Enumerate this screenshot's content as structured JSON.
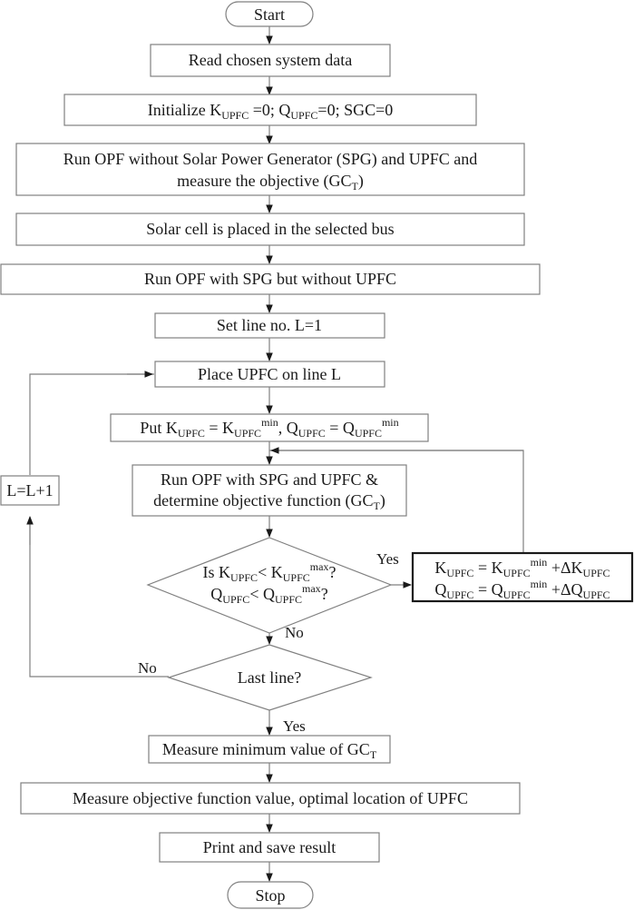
{
  "nodes": {
    "start": "Start",
    "read": "Read chosen system data",
    "init": {
      "t1": "Initialize K",
      "s1": "UPFC",
      "t2": " =0; Q",
      "s2": "UPFC",
      "t3": "=0; SGC=0"
    },
    "run_opf_without": {
      "line1": "Run OPF without Solar Power Generator (SPG) and UPFC and",
      "line2_a": "measure the objective (GC",
      "line2_sub": "T",
      "line2_b": ")"
    },
    "solar_cell": "Solar cell is placed in the selected bus",
    "run_opf_spg": "Run OPF with SPG but without UPFC",
    "set_line": "Set line no. L=1",
    "place_upfc": "Place UPFC on line L",
    "put": {
      "t1": "Put K",
      "s1": "UPFC",
      "t2": " = K",
      "s2": "UPFC",
      "sup1": "min",
      "t3": ", Q",
      "s3": "UPFC",
      "t4": " = Q",
      "s4": "UPFC",
      "sup2": "min"
    },
    "run_opf_spg_upfc": {
      "line1": "Run OPF  with SPG and UPFC &",
      "line2_a": "determine objective function (GC",
      "line2_sub": "T",
      "line2_b": ")"
    },
    "decision1": {
      "l1_a": "Is K",
      "l1_s1": "UPFC",
      "l1_b": "< K",
      "l1_s2": "UPFC",
      "l1_sup": "max",
      "l1_c": "?",
      "l2_a": "Q",
      "l2_s1": "UPFC",
      "l2_b": "< Q",
      "l2_s2": "UPFC",
      "l2_sup": "max",
      "l2_c": "?"
    },
    "increment": {
      "l1_a": "K",
      "l1_s1": "UPFC",
      "l1_b": " = K",
      "l1_s2": "UPFC",
      "l1_sup": "min",
      "l1_c": " +ΔK",
      "l1_s3": "UPFC",
      "l2_a": "Q",
      "l2_s1": "UPFC",
      "l2_b": " = Q",
      "l2_s2": "UPFC",
      "l2_sup": "min",
      "l2_c": " +ΔQ",
      "l2_s3": "UPFC"
    },
    "next_line": "L=L+1",
    "decision2": "Last line?",
    "measure_min": {
      "t1": "Measure minimum value of GC",
      "sub": "T"
    },
    "measure_obj": "Measure objective function value, optimal location of UPFC",
    "print": "Print and save result",
    "stop": "Stop"
  },
  "edge_labels": {
    "yes_right": "Yes",
    "no_down": "No",
    "no_left": "No",
    "yes_down": "Yes"
  },
  "colors": {
    "stroke": "#808080",
    "bold_stroke": "#1a1a1a",
    "text": "#1a1a1a"
  }
}
